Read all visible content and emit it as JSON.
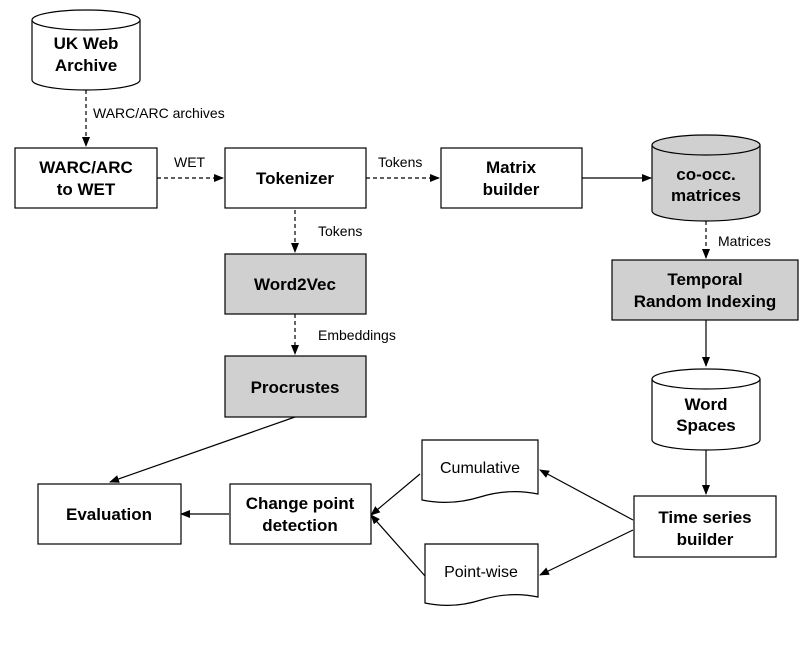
{
  "colors": {
    "stroke": "#000000",
    "white_fill": "#ffffff",
    "gray_fill": "#d0d0d0"
  },
  "nodes": {
    "uk_web_archive": [
      "UK Web",
      "Archive"
    ],
    "warc_to_wet": [
      "WARC/ARC",
      "to WET"
    ],
    "tokenizer": [
      "Tokenizer"
    ],
    "matrix_builder": [
      "Matrix",
      "builder"
    ],
    "cooc_matrices": [
      "co-occ.",
      "matrices"
    ],
    "word2vec": [
      "Word2Vec"
    ],
    "temporal_ri": [
      "Temporal",
      "Random Indexing"
    ],
    "procrustes": [
      "Procrustes"
    ],
    "word_spaces": [
      "Word",
      "Spaces"
    ],
    "evaluation": [
      "Evaluation"
    ],
    "change_point": [
      "Change point",
      "detection"
    ],
    "cumulative": [
      "Cumulative"
    ],
    "pointwise": [
      "Point-wise"
    ],
    "time_series": [
      "Time series",
      "builder"
    ]
  },
  "edges": {
    "warc_arc_archives": "WARC/ARC archives",
    "wet": "WET",
    "tokens_right": "Tokens",
    "tokens_down": "Tokens",
    "matrices": "Matrices",
    "embeddings": "Embeddings"
  }
}
